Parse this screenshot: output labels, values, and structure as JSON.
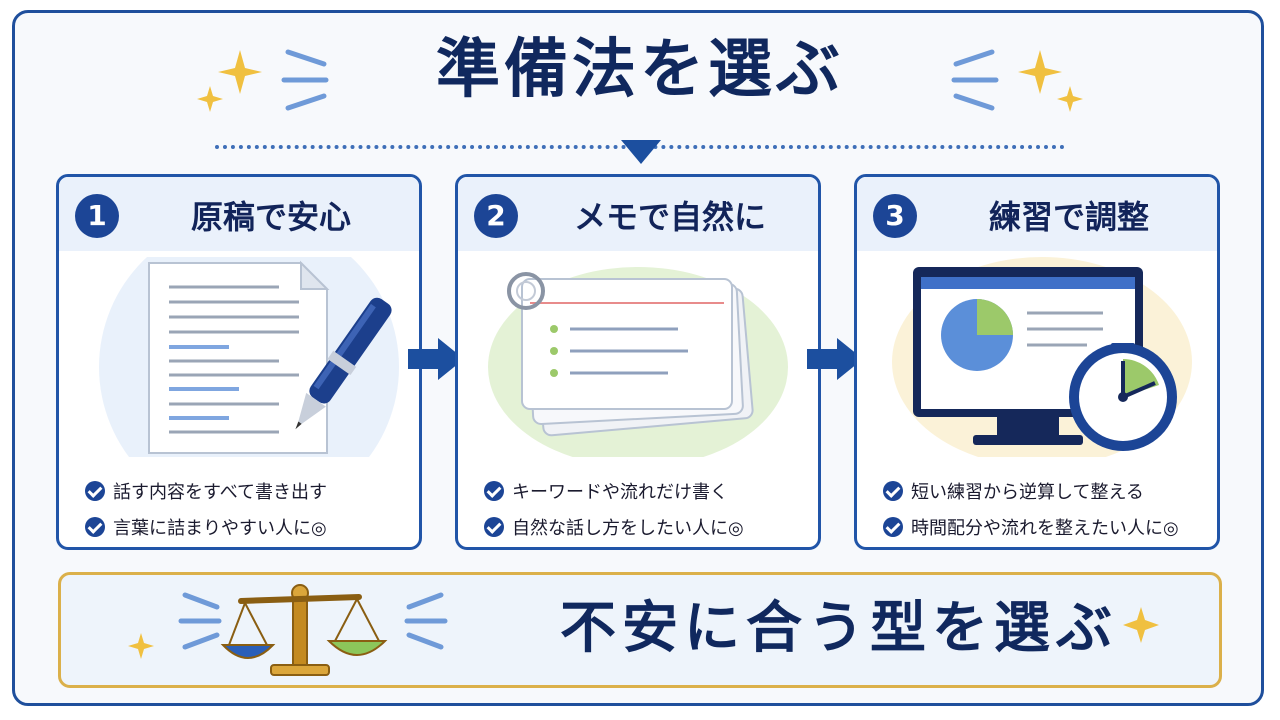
{
  "title": "準備法を選ぶ",
  "steps": [
    {
      "number": "1",
      "title": "原稿で安心",
      "illustration": "document-with-pen",
      "bullets": [
        "話す内容をすべて書き出す",
        "言葉に詰まりやすい人に◎"
      ]
    },
    {
      "number": "2",
      "title": "メモで自然に",
      "illustration": "ring-note-cards",
      "bullets": [
        "キーワードや流れだけ書く",
        "自然な話し方をしたい人に◎"
      ]
    },
    {
      "number": "3",
      "title": "練習で調整",
      "illustration": "monitor-and-stopwatch",
      "bullets": [
        "短い練習から逆算して整える",
        "時間配分や流れを整えたい人に◎"
      ]
    }
  ],
  "conclusion": "不安に合う型を選ぶ",
  "colors": {
    "navy": "#1c4596",
    "border_blue": "#2155a8",
    "gold": "#dbb04a",
    "green": "#8cc65a",
    "sparkle": "#f0c040"
  }
}
